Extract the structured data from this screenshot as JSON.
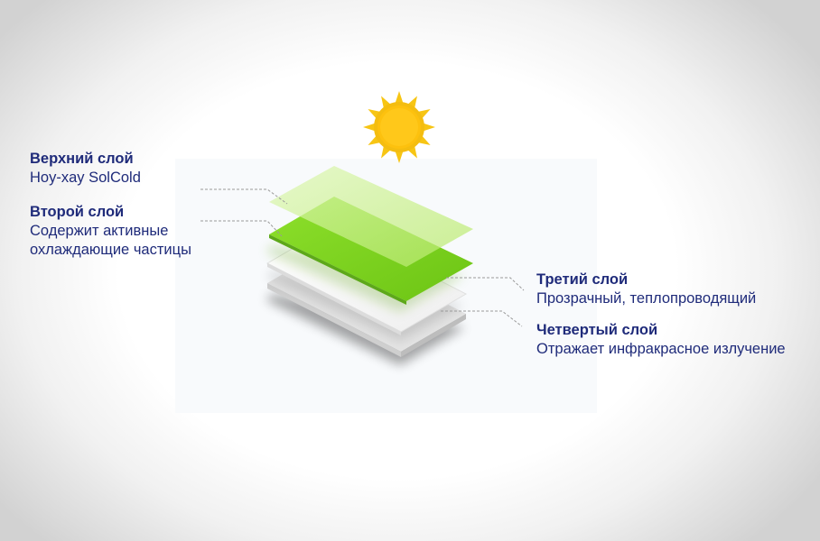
{
  "layers": [
    {
      "title": "Верхний слой",
      "desc_lines": [
        "Hoy-xay SolCold"
      ]
    },
    {
      "title": "Второй слой",
      "desc_lines": [
        "Содержит активные",
        "охлаждающие частицы"
      ]
    },
    {
      "title": "Третий слой",
      "desc_lines": [
        "Прозрачный, теплопроводящий"
      ]
    },
    {
      "title": "Четвертый слой",
      "desc_lines": [
        "Отражает инфракрасное излучение"
      ]
    }
  ],
  "icons": {
    "sun": "sun-icon"
  },
  "colors": {
    "label_text": "#1f2b7a",
    "sun_rays": "#f7c514",
    "sun_core": "#fdc10e",
    "layer_top": "#cdf08f",
    "layer_green": "#7fd321",
    "layer_white": "#ffffff"
  }
}
